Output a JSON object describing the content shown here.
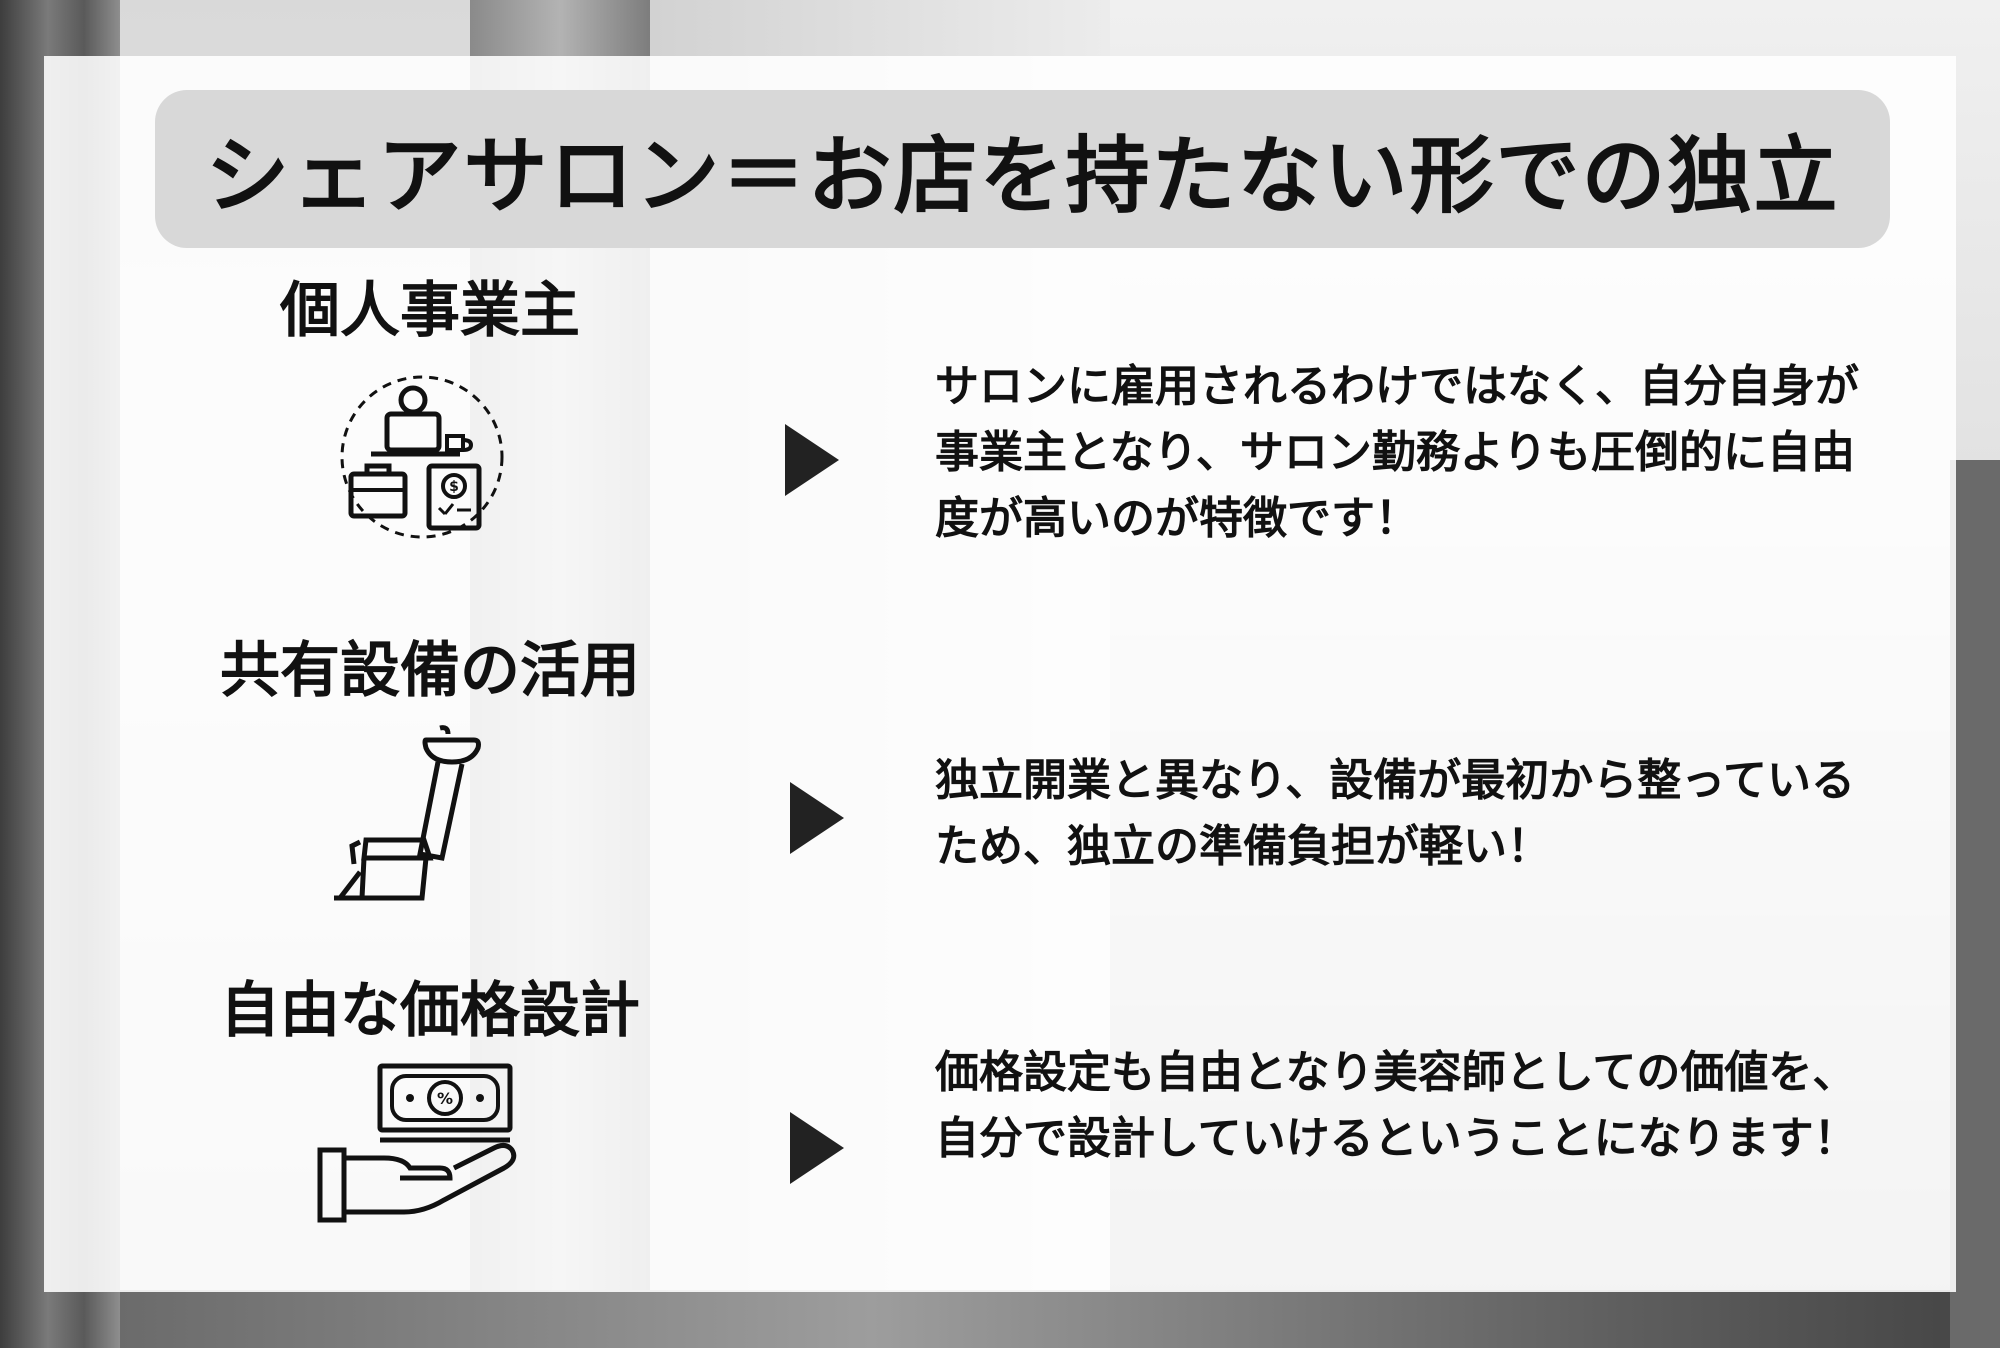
{
  "title": "シェアサロン＝お店を持たない形での独立",
  "sections": [
    {
      "label": "個人事業主",
      "icon": "freelancer-desk-icon",
      "description": "サロンに雇用されるわけではなく、自分自身が事業主となり、サロン勤務よりも圧倒的に自由度が高いのが特徴です！"
    },
    {
      "label": "共有設備の活用",
      "icon": "salon-chair-icon",
      "description": "独立開業と異なり、設備が最初から整っているため、独立の準備負担が軽い！"
    },
    {
      "label": "自由な価格設計",
      "icon": "money-hand-icon",
      "description": "価格設定も自由となり美容師としての価値を、自分で設計していけるということになります！"
    }
  ],
  "colors": {
    "title_bar": "#d8d8d8",
    "text": "#111111",
    "arrow": "#222222"
  }
}
